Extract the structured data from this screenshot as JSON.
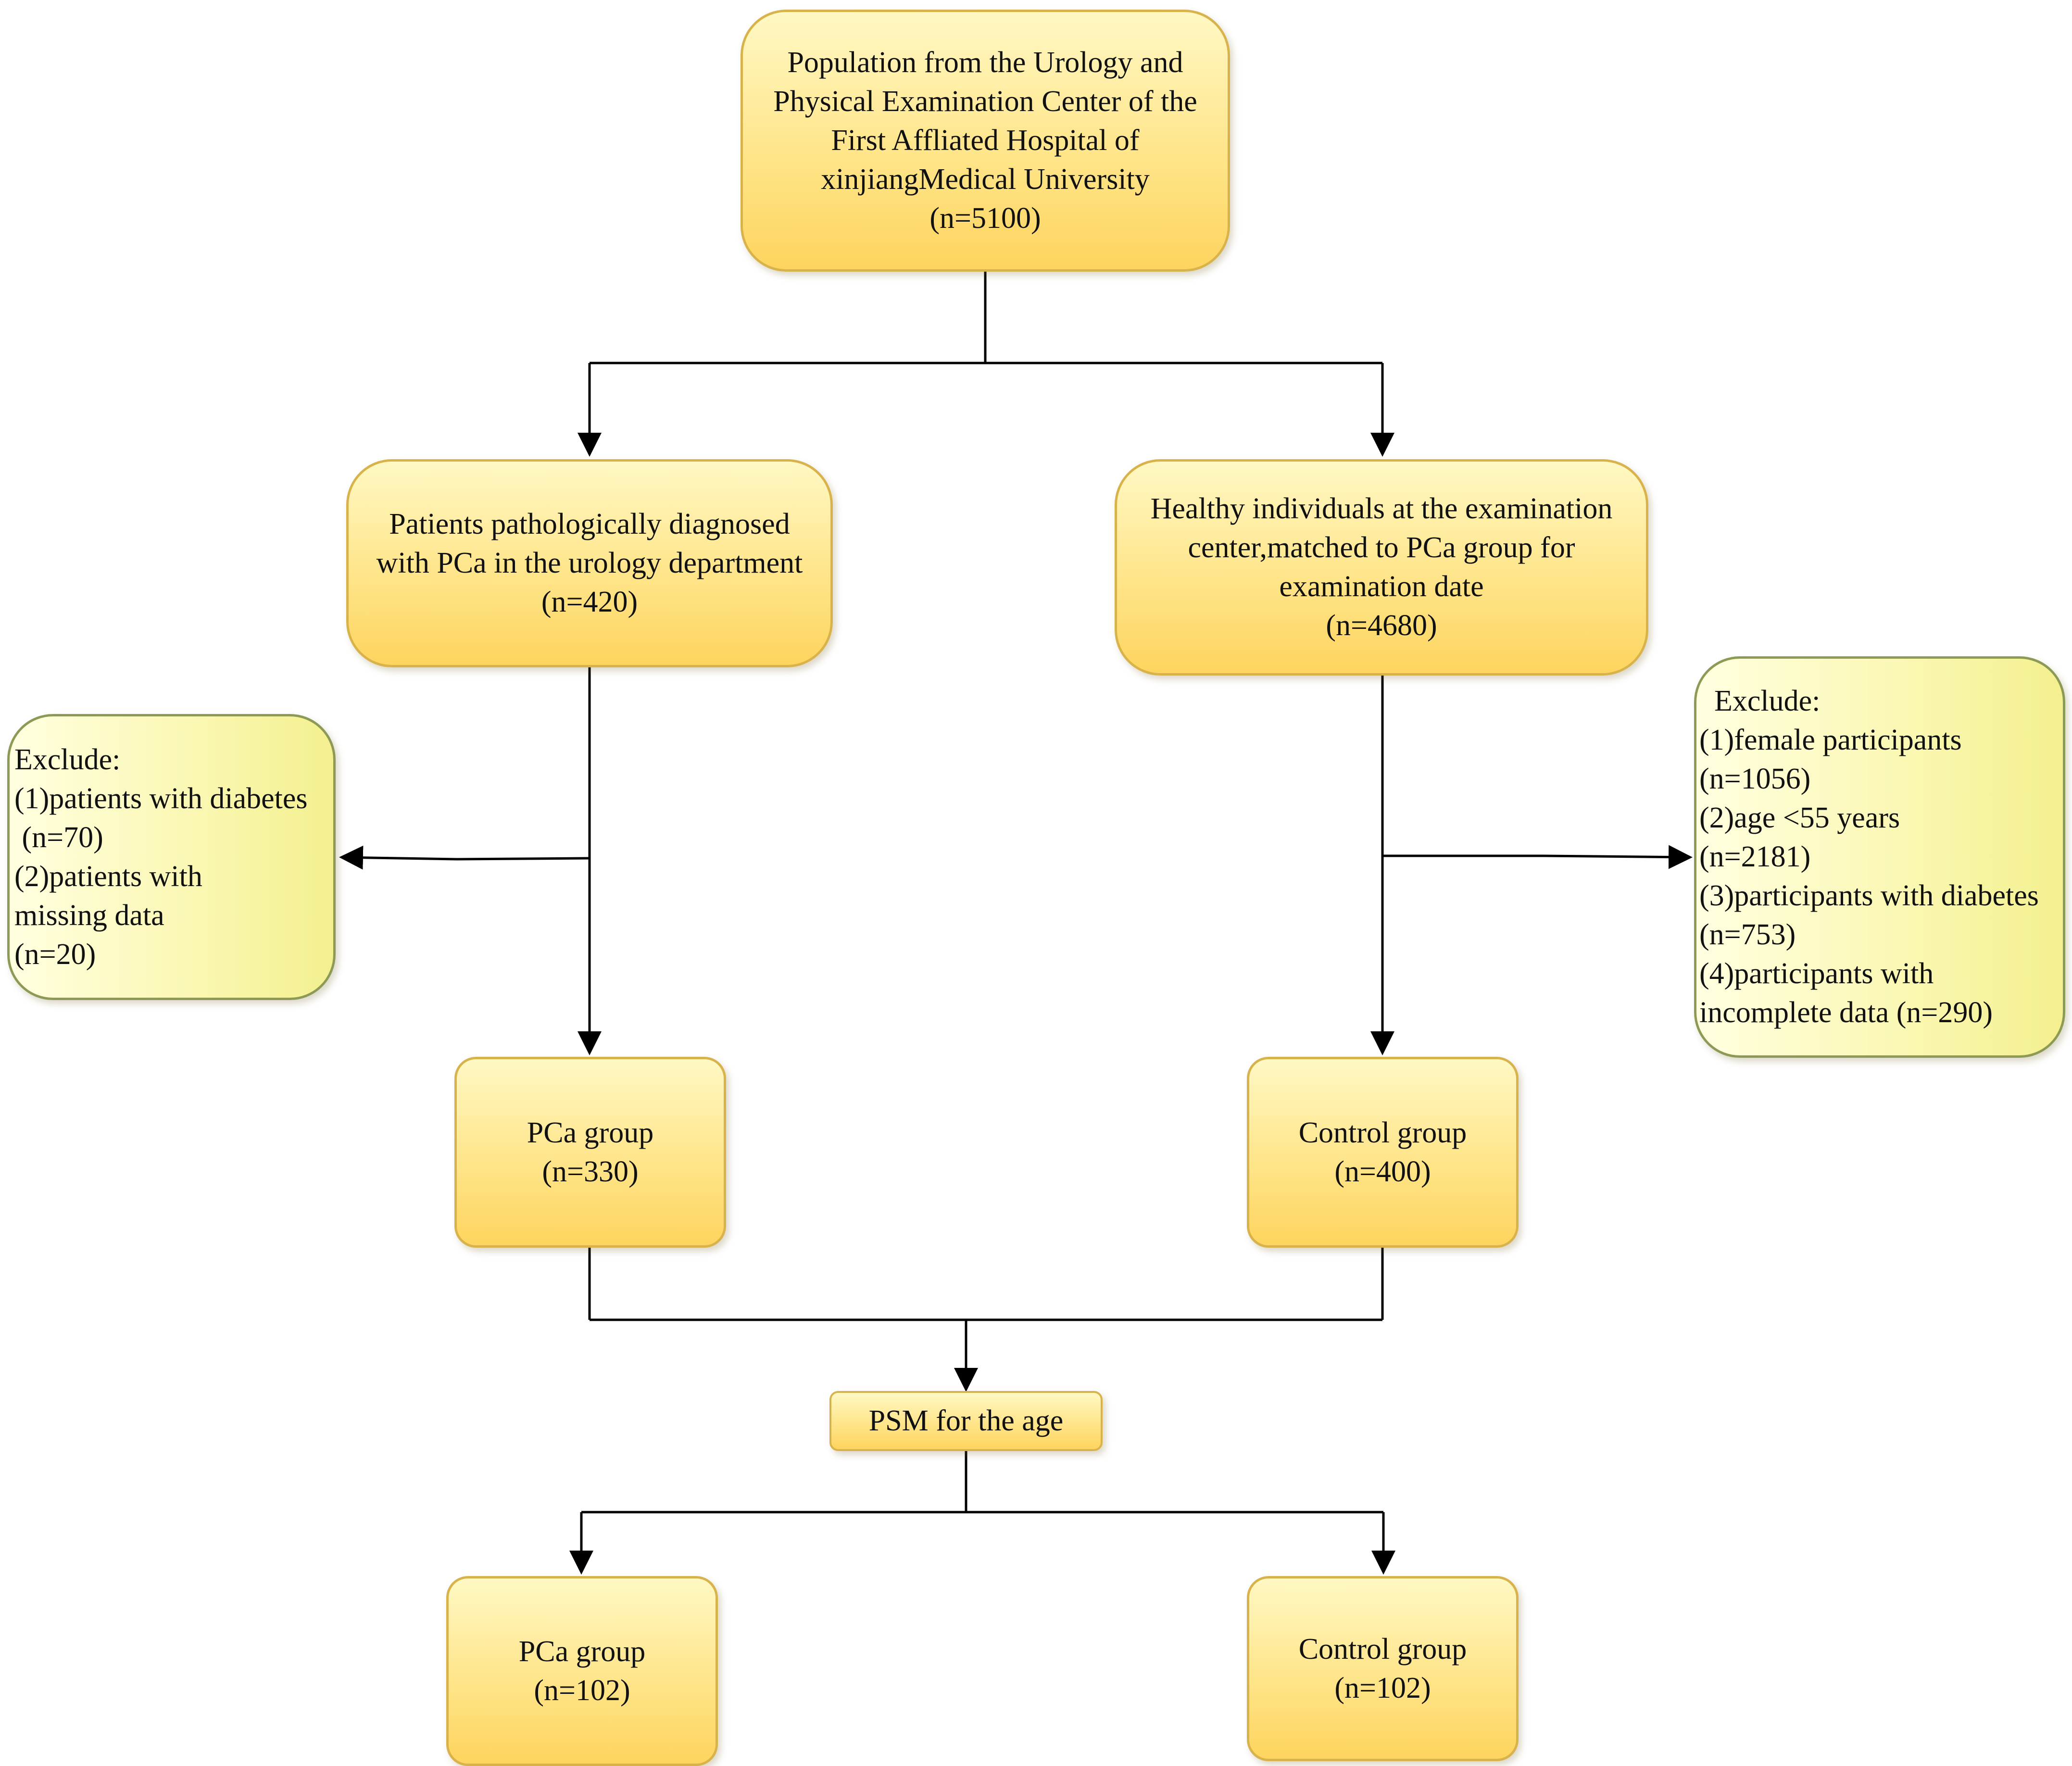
{
  "colors": {
    "box_fill_top": "#fff8c4",
    "box_fill_bottom": "#fdd45e",
    "box_border": "#d8b24a",
    "exclude_fill": "#faf7b0",
    "line": "#000000"
  },
  "nodes": {
    "population": {
      "lines": [
        "Population from the Urology and",
        "Physical Examination Center of the",
        "First Affliated Hospital of",
        "xinjiangMedical University",
        "(n=5100)"
      ]
    },
    "pca_patients": {
      "lines": [
        "Patients pathologically diagnosed",
        "with PCa in the urology department",
        "(n=420)"
      ]
    },
    "healthy": {
      "lines": [
        "Healthy individuals at the examination",
        "center,matched to PCa group for",
        "examination date",
        "(n=4680)"
      ]
    },
    "exclude_left": {
      "lines": [
        "Exclude:",
        "(1)patients with diabetes",
        " (n=70)",
        "(2)patients with",
        "missing data",
        "(n=20)"
      ]
    },
    "exclude_right": {
      "lines": [
        "  Exclude:",
        "(1)female participants",
        "(n=1056)",
        "(2)age <55 years",
        "(n=2181)",
        "(3)participants with diabetes",
        "(n=753)",
        "(4)participants with",
        "incomplete data (n=290)"
      ]
    },
    "pca_group_1": {
      "lines": [
        "PCa group",
        "(n=330)"
      ]
    },
    "control_group_1": {
      "lines": [
        "Control group",
        "(n=400)"
      ]
    },
    "psm": {
      "lines": [
        "PSM for the age"
      ]
    },
    "pca_group_2": {
      "lines": [
        "PCa group",
        "(n=102)"
      ]
    },
    "control_group_2": {
      "lines": [
        "Control group",
        "(n=102)"
      ]
    }
  }
}
